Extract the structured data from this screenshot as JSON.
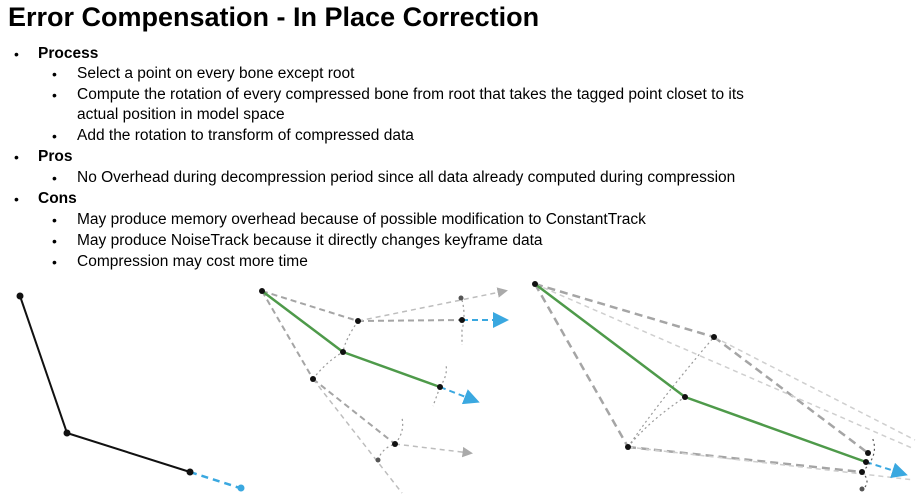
{
  "title": "Error Compensation - In Place Correction",
  "sections": [
    {
      "heading": "Process",
      "items": [
        "Select a point on every bone except root",
        "Compute the rotation of every compressed bone from root that takes the tagged point closet to its",
        "actual position in model space",
        "Add the rotation to transform of compressed data"
      ]
    },
    {
      "heading": "Pros",
      "items": [
        "No Overhead during decompression period since all data already computed during compression"
      ]
    },
    {
      "heading": "Cons",
      "items": [
        "May produce memory overhead because of possible modification to ConstantTrack",
        "May produce NoiseTrack because it directly changes keyframe data",
        "Compression may cost more time"
      ]
    }
  ],
  "bullet_char": "•",
  "colors": {
    "bone_original": "#111111",
    "bone_corrected": "#4e9a4a",
    "dashed_gray": "#9e9e9e",
    "target_arrow": "#3aa8e0"
  }
}
